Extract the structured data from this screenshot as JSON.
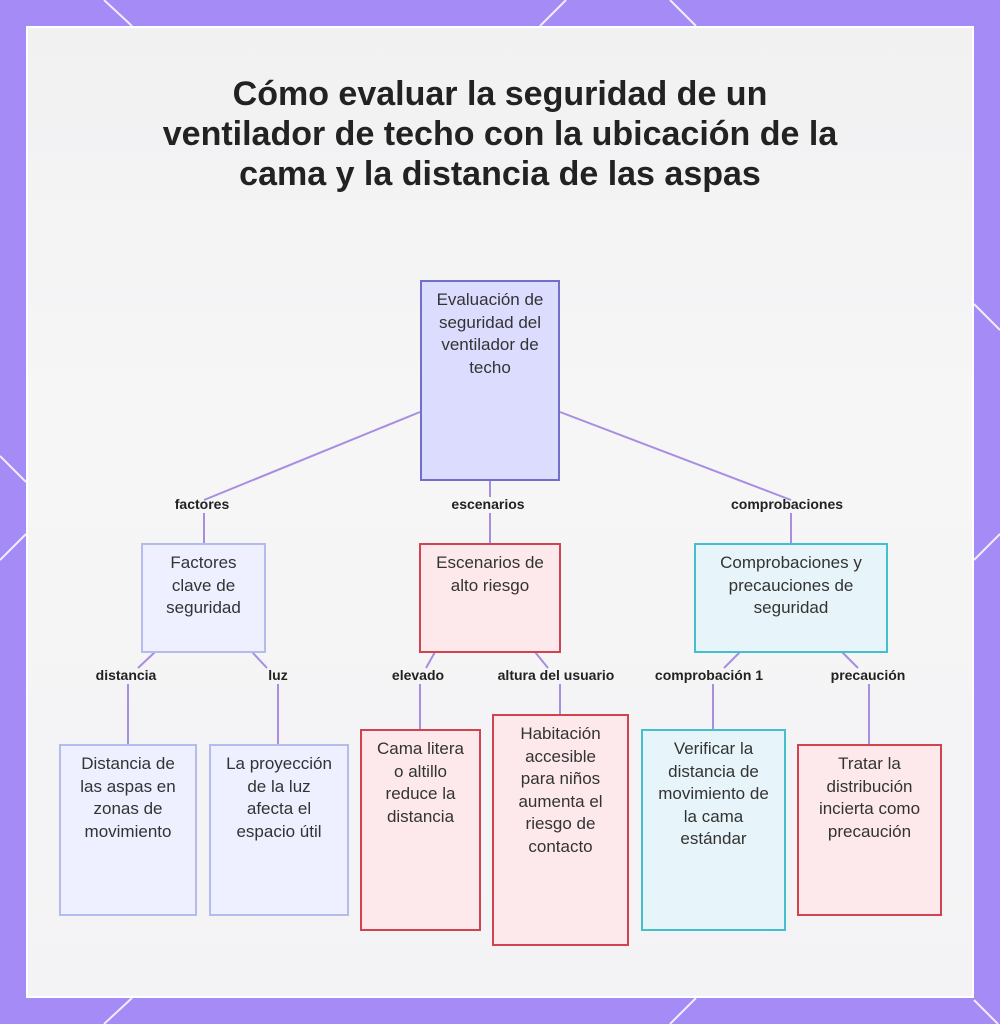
{
  "title": "Cómo evaluar la seguridad de un ventilador de techo con la ubicación de la cama y la distancia de las aspas",
  "colors": {
    "frame": "#a48bf6",
    "edge": "#a98de0",
    "root_fill": "#dcdcff",
    "factor_fill": "#eef0ff",
    "risk_fill": "#fde9ec",
    "check_fill": "#e7f5fa"
  },
  "nodes": {
    "root": "Evaluación de seguridad del ventilador de techo",
    "factores": "Factores clave de seguridad",
    "escenarios": "Escenarios de alto riesgo",
    "comprobaciones": "Comprobaciones y precauciones de seguridad",
    "distancia": "Distancia de las aspas en zonas de movimiento",
    "luz": "La proyección de la luz afecta el espacio útil",
    "elevado": "Cama litera o altillo reduce la distancia",
    "altura": "Habitación accesible para niños aumenta el riesgo de contacto",
    "comprobacion1": "Verificar la distancia de movimiento de la cama estándar",
    "precaucion": "Tratar la distribución incierta como precaución"
  },
  "edges": {
    "factores": "factores",
    "escenarios": "escenarios",
    "comprobaciones": "comprobaciones",
    "distancia": "distancia",
    "luz": "luz",
    "elevado": "elevado",
    "altura": "altura del usuario",
    "comprobacion1": "comprobación 1",
    "precaucion": "precaución"
  }
}
